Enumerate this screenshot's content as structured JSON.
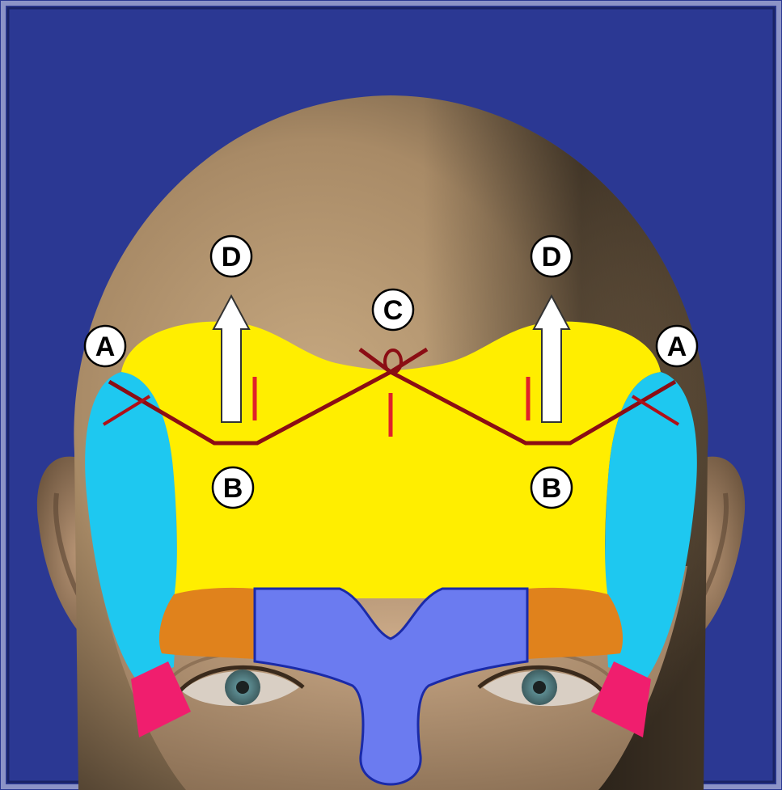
{
  "labels": {
    "a_left": "A",
    "a_right": "A",
    "b_left": "B",
    "b_right": "B",
    "c": "C",
    "d_left": "D",
    "d_right": "D"
  },
  "colors": {
    "background": "#2b3893",
    "frame_border": "#8c93c7",
    "skin_light": "#c6a580",
    "skin_dark": "#5b4b38",
    "zone_forehead": "#ffee00",
    "zone_temple": "#1ec8f0",
    "zone_brow": "#e0821c",
    "zone_glabella": "#6b7bf0",
    "zone_lower_temple": "#f01e6e",
    "incision_line": "#8b0d14",
    "marker_red": "#e0202a",
    "arrow_fill": "#ffffff"
  }
}
